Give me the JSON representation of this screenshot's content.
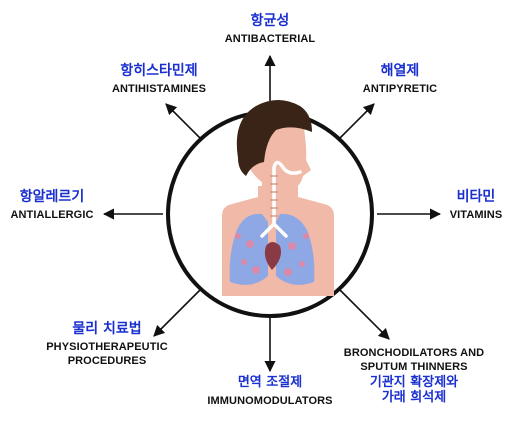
{
  "colors": {
    "korean_text": "#1a2fd0",
    "english_text": "#111111",
    "lines": "#111111",
    "hair": "#3a2418",
    "skin": "#f1b9a7",
    "lung": "#8ea8e6"
  },
  "labels": {
    "antibacterial": {
      "ko": "항균성",
      "en": "ANTIBACTERIAL"
    },
    "antipyretic": {
      "ko": "해열제",
      "en": "ANTIPYRETIC"
    },
    "vitamins": {
      "ko": "비타민",
      "en": "VITAMINS"
    },
    "bronchodilators": {
      "en_line1": "BRONCHODILATORS AND",
      "en_line2": "SPUTUM THINNERS",
      "ko_line1": "기관지 확장제와",
      "ko_line2": "가래 희석제"
    },
    "immunomodulators": {
      "ko": "면역 조절제",
      "en": "IMMUNOMODULATORS"
    },
    "physiotherapeutic": {
      "ko": "물리 치료법",
      "en_line1": "PHYSIOTHERAPEUTIC",
      "en_line2": "PROCEDURES"
    },
    "antiallergic": {
      "ko": "항알레르기",
      "en": "ANTIALLERGIC"
    },
    "antihistamines": {
      "ko": "항히스타민제",
      "en": "ANTIHISTAMINES"
    }
  }
}
